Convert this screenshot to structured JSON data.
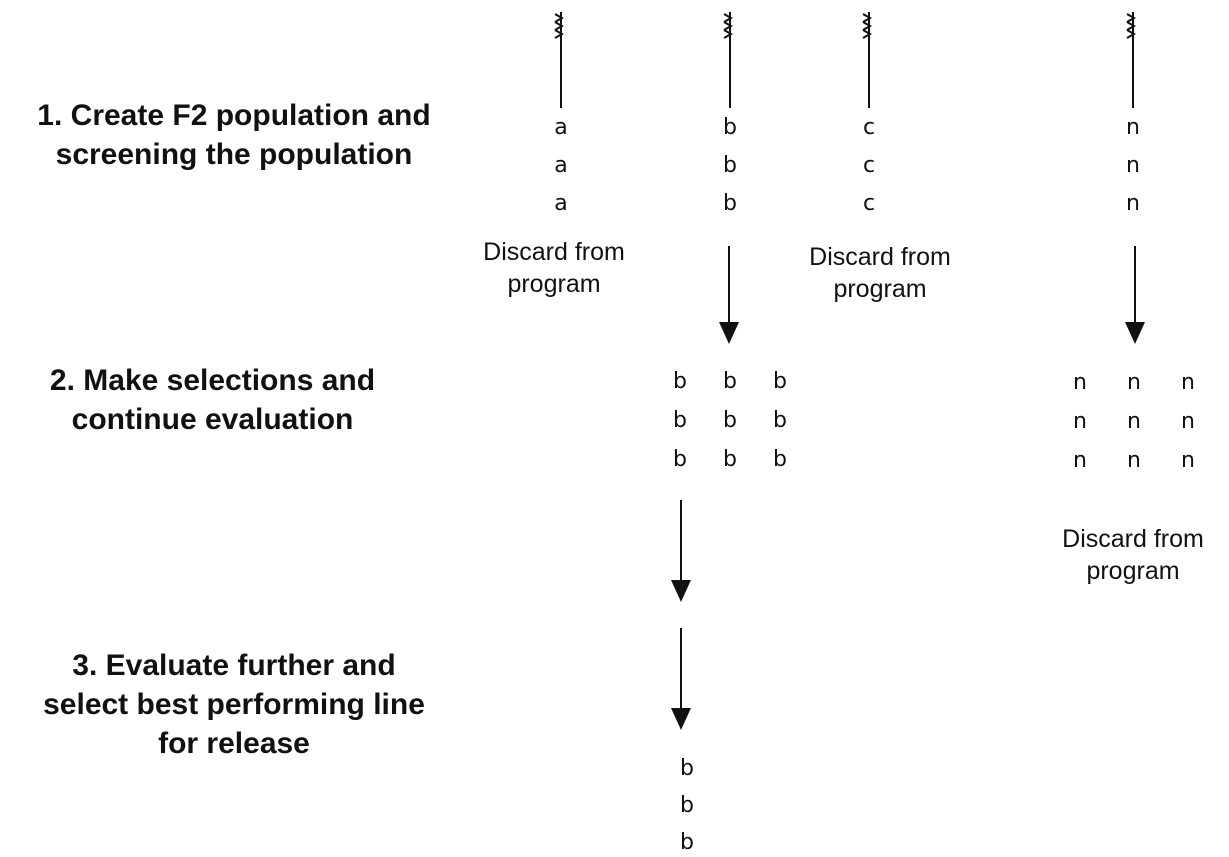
{
  "steps": [
    {
      "line1": "1. Create F2 population and",
      "line2": "screening the population"
    },
    {
      "line1": "2. Make selections and",
      "line2": "continue evaluation"
    },
    {
      "line1": "3. Evaluate further and",
      "line2": "select best performing line",
      "line3": "for release"
    }
  ],
  "plants": [
    {
      "id": "a",
      "letters": [
        "a",
        "a",
        "a"
      ]
    },
    {
      "id": "b",
      "letters": [
        "b",
        "b",
        "b"
      ]
    },
    {
      "id": "c",
      "letters": [
        "c",
        "c",
        "c"
      ]
    },
    {
      "id": "n",
      "letters": [
        "n",
        "n",
        "n"
      ]
    }
  ],
  "selections_b": [
    [
      "b",
      "b",
      "b"
    ],
    [
      "b",
      "b",
      "b"
    ],
    [
      "b",
      "b",
      "b"
    ]
  ],
  "selections_n": [
    [
      "n",
      "n",
      "n"
    ],
    [
      "n",
      "n",
      "n"
    ],
    [
      "n",
      "n",
      "n"
    ]
  ],
  "final_line": [
    "b",
    "b",
    "b"
  ],
  "discard": {
    "line1": "Discard from",
    "line2": "program"
  }
}
